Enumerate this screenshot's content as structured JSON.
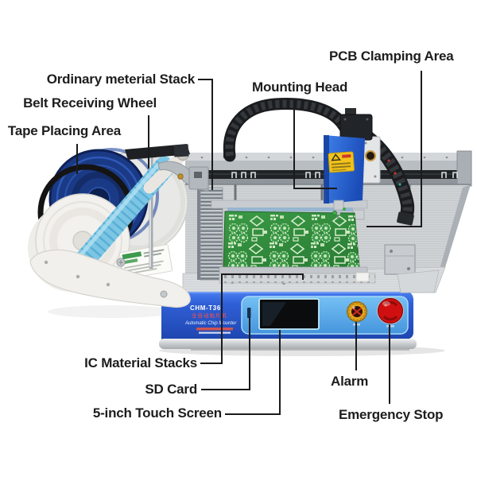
{
  "labels": {
    "ordinary_material_stack": "Ordinary meterial Stack",
    "belt_receiving_wheel": "Belt Receiving Wheel",
    "tape_placing_area": "Tape Placing Area",
    "mounting_head": "Mounting Head",
    "pcb_clamping_area": "PCB Clamping Area",
    "ic_material_stacks": "IC Material Stacks",
    "sd_card": "SD Card",
    "touch_screen": "5-inch Touch Screen",
    "alarm": "Alarm",
    "emergency_stop": "Emergency Stop"
  },
  "machine_panel": {
    "model": "CHM-T36",
    "model_cn": "全自动贴片机",
    "subtitle": "Automatic Chip Mounter"
  },
  "colors": {
    "background": "#ffffff",
    "label_text": "#1d1d1d",
    "leader_line": "#1b1b1b",
    "panel_blue": "#2b5ace",
    "inset_blue": "#5fb2ee",
    "pcb_green": "#318a3c",
    "emergency_red": "#d01010",
    "alarm_amber": "#dd9f1c",
    "head_blue": "#2a6bd8",
    "caution_yellow": "#f2c31b",
    "metal_gray": "#ccd0d3",
    "coil_blue": "#7cc5e5",
    "reel_navy": "#1b3a85",
    "chain_black": "#1a1c1f"
  }
}
